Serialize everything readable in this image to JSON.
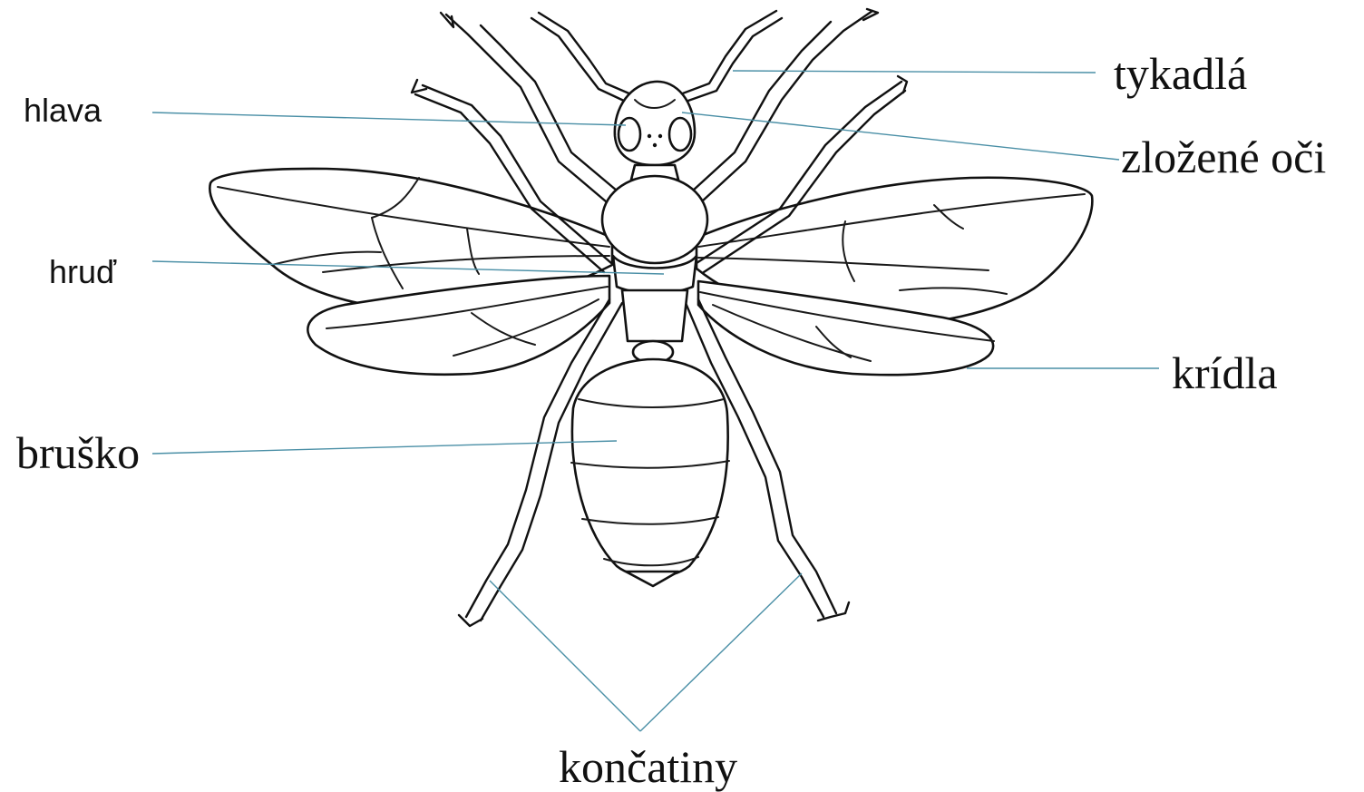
{
  "labels": {
    "head": "hlava",
    "thorax": "hruď",
    "abdomen": "bruško",
    "antennae": "tykadlá",
    "compound_eyes": "zložené oči",
    "wings": "krídla",
    "legs": "končatiny"
  },
  "colors": {
    "leader_line": "#4a8fa6",
    "outline": "#111111",
    "background": "#ffffff"
  }
}
